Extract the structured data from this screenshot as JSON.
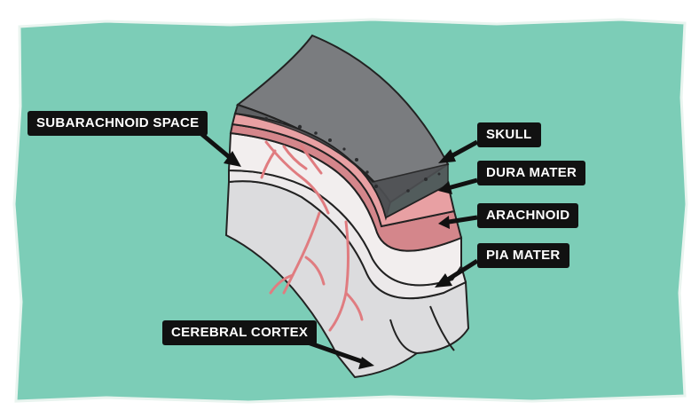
{
  "labels": {
    "subarachnoid_space": "SUBARACHNOID SPACE",
    "skull": "SKULL",
    "dura_mater": "DURA MATER",
    "arachnoid": "ARACHNOID",
    "pia_mater": "PIA MATER",
    "cerebral_cortex": "CEREBRAL CORTEX"
  },
  "colors": {
    "background": "#7ccdb7",
    "skull": "#7a7c7f",
    "dura": "#e8a0a3",
    "arachnoid": "#d4868b",
    "pia": "#ece9ea",
    "cortex": "#dcdcde",
    "vessels": "#e07c80",
    "label_bg": "#111111"
  }
}
